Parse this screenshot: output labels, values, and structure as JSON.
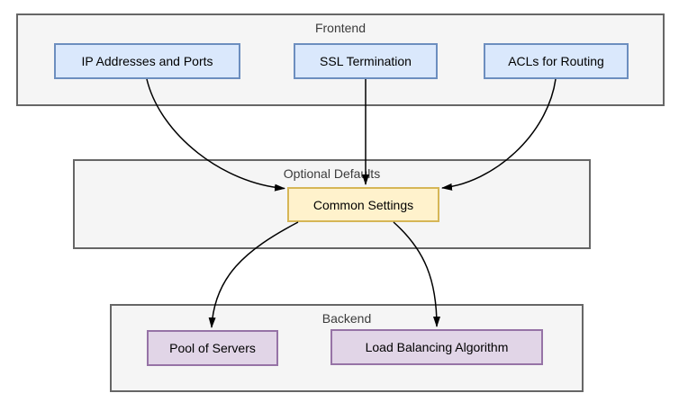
{
  "diagram": {
    "containers": [
      {
        "label": "Frontend"
      },
      {
        "label": "Optional Defaults"
      },
      {
        "label": "Backend"
      }
    ],
    "nodes": [
      {
        "label": "IP Addresses and Ports",
        "container": "Frontend",
        "style": "blue"
      },
      {
        "label": "SSL Termination",
        "container": "Frontend",
        "style": "blue"
      },
      {
        "label": "ACLs for Routing",
        "container": "Frontend",
        "style": "blue"
      },
      {
        "label": "Common Settings",
        "container": "Optional Defaults",
        "style": "yellow"
      },
      {
        "label": "Pool of Servers",
        "container": "Backend",
        "style": "purple"
      },
      {
        "label": "Load Balancing Algorithm",
        "container": "Backend",
        "style": "purple"
      }
    ],
    "edges": [
      {
        "from": "IP Addresses and Ports",
        "to": "Common Settings"
      },
      {
        "from": "SSL Termination",
        "to": "Common Settings"
      },
      {
        "from": "ACLs for Routing",
        "to": "Common Settings"
      },
      {
        "from": "Common Settings",
        "to": "Pool of Servers"
      },
      {
        "from": "Common Settings",
        "to": "Load Balancing Algorithm"
      }
    ],
    "colors": {
      "canvas_background": "#ffffff",
      "container_fill": "#f5f5f5",
      "container_border": "#666666",
      "frontend_node_fill": "#dae8fc",
      "frontend_node_border": "#6c8ebf",
      "settings_node_fill": "#fff2cc",
      "settings_node_border": "#d6b656",
      "backend_node_fill": "#e1d5e7",
      "backend_node_border": "#9673a6",
      "edge_color": "#000000"
    }
  }
}
